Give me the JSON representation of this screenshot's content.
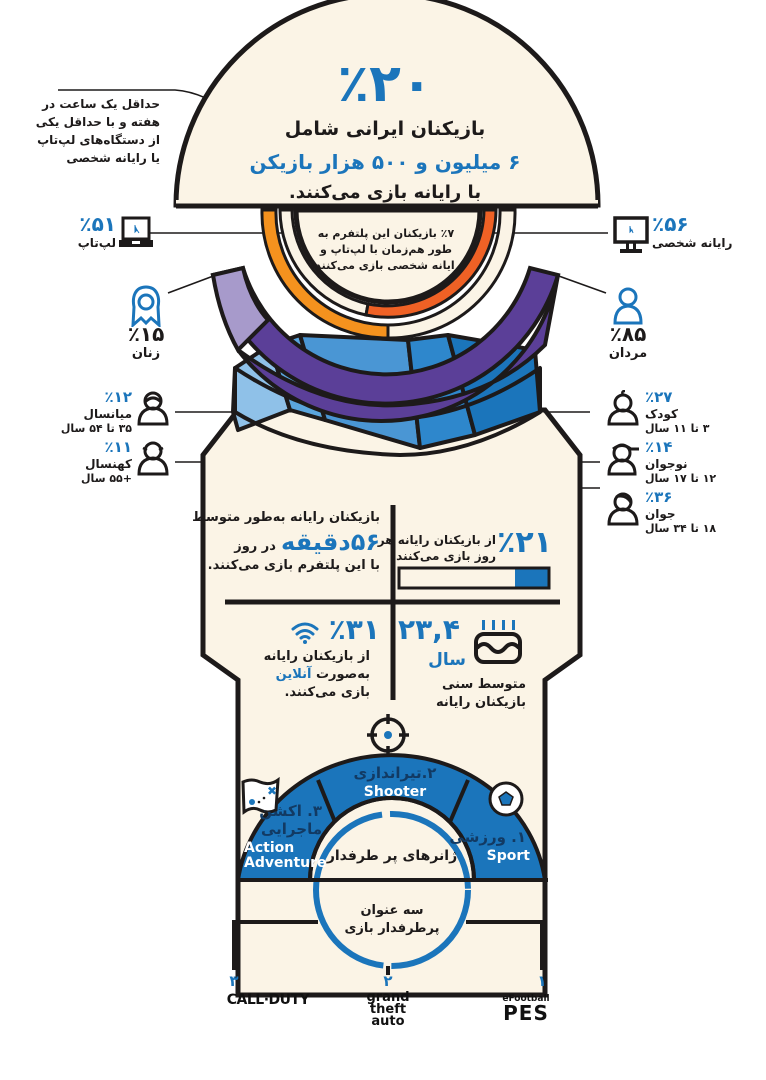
{
  "header": {
    "headline_percent": "٪۲۰",
    "line1": "بازیکنان ایرانی شامل",
    "line2": "۶ میلیون و ۵۰۰ هزار بازیکن",
    "line3": "با رایانه بازی می‌کنند."
  },
  "definition_note": {
    "lines": [
      "حداقل یک ساعت در",
      "هفته و با حداقل یکی",
      "از دستگاه‌های لپ‌تاپ",
      "یا رایانه شخصی"
    ]
  },
  "devices": {
    "laptop": {
      "percent": "٪۵۱",
      "label": "لپ‌تاپ",
      "icon": "laptop-icon"
    },
    "desktop": {
      "percent": "٪۵۶",
      "label": "رایانه شخصی",
      "icon": "desktop-monitor-icon"
    },
    "overlap_note": [
      "٪۷ بازیکنان این پلتفرم به",
      "طور هم‌زمان با لپ‌تاپ و",
      "رایانه شخصی بازی می‌کنند."
    ]
  },
  "gender": {
    "female": {
      "percent": "٪۱۵",
      "label": "زنان",
      "icon": "woman-hijab-icon"
    },
    "male": {
      "percent": "٪۸۵",
      "label": "مردان",
      "icon": "man-icon"
    }
  },
  "age_groups": [
    {
      "key": "child",
      "percent": "٪۲۷",
      "label": "کودک",
      "range": "۳ تا ۱۱ سال",
      "icon": "child-icon"
    },
    {
      "key": "teen",
      "percent": "٪۱۴",
      "label": "نوجوان",
      "range": "۱۲ تا ۱۷ سال",
      "icon": "teen-cap-icon"
    },
    {
      "key": "young",
      "percent": "٪۳۶",
      "label": "جوان",
      "range": "۱۸ تا ۳۴ سال",
      "icon": "young-adult-icon"
    },
    {
      "key": "middle",
      "percent": "٪۱۲",
      "label": "میانسال",
      "range": "۳۵ تا ۵۴ سال",
      "icon": "middle-aged-icon"
    },
    {
      "key": "senior",
      "percent": "٪۱۱",
      "label": "کهنسال",
      "range": "+۵۵ سال",
      "icon": "senior-icon"
    }
  ],
  "daily_play": {
    "percent": "٪۲۱",
    "text": [
      "از بازیکنان رایانه هر",
      "روز بازی می‌کنند."
    ],
    "bar_fill_ratio": 0.21
  },
  "avg_minutes": {
    "line1": "بازیکنان رایانه به‌طور متوسط",
    "value": "۵۶دقیقه",
    "suffix": "در روز",
    "line3": "با این پلتفرم بازی می‌کنند."
  },
  "online": {
    "percent": "٪۳۱",
    "line1": "از بازیکنان رایانه",
    "line2_prefix": "به‌صورت",
    "line2_highlight": "آنلاین",
    "line3": "بازی می‌کنند.",
    "icon": "wifi-icon"
  },
  "avg_age": {
    "value": "۲۳,۴",
    "unit": "سال",
    "line1": "متوسط سنی",
    "line2": "بازیکنان رایانه",
    "icon": "birthday-cake-icon"
  },
  "genres": {
    "title": "ژانرهای پر طرفدار",
    "items": [
      {
        "rank_fa": "۱. ورزشی",
        "en": "Sport",
        "icon": "soccer-ball-icon"
      },
      {
        "rank_fa": "۲.تیراندازی",
        "en": "Shooter",
        "icon": "crosshair-icon"
      },
      {
        "rank_fa": "۳. اکشن",
        "rank_fa2": "ماجرایی",
        "en": "Action",
        "en2": "Adventure",
        "icon": "treasure-map-icon"
      }
    ]
  },
  "top_titles": {
    "title_line1": "سه عنوان",
    "title_line2": "پرطرفدار بازی",
    "items": [
      {
        "rank": "۱",
        "name_line1": "eFootball",
        "name_line2": "PES"
      },
      {
        "rank": "۲",
        "name_line1": "grand",
        "name_line2": "theft",
        "name_line3": "auto"
      },
      {
        "rank": "۳",
        "name_line1": "CALL·DUTY"
      }
    ]
  },
  "colors": {
    "blue": "#1b75bb",
    "cream": "#fbf4e6",
    "outline": "#1d1a1a",
    "purple": "#5b3f98",
    "lavender": "#a79acb",
    "orange": "#f5921e",
    "orange_red": "#ef6125",
    "age_light": "#8fc1e8",
    "age_mid": "#4a9ad6",
    "age_dark": "#1b75bb"
  }
}
